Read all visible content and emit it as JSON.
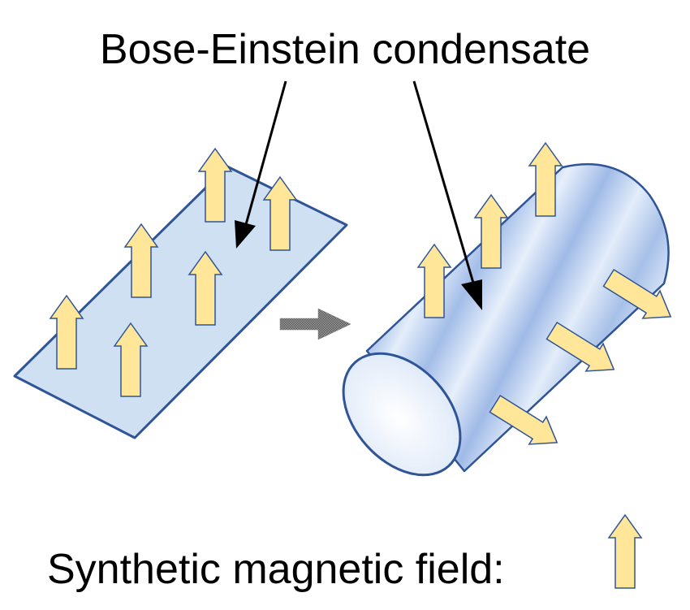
{
  "title": "Bose-Einstein condensate",
  "legend": {
    "label": "Synthetic magnetic field:",
    "icon": "up-arrow-icon"
  },
  "panels": [
    {
      "name": "flat-sheet",
      "description": "flat condensate with uniform field",
      "field_arrows": 6
    },
    {
      "name": "cylinder",
      "description": "rolled cylinder with radial field",
      "field_arrows": 6
    }
  ],
  "transition_icon": "right-arrow-icon",
  "colors": {
    "sheet_fill": "#cfe0f3",
    "outline": "#2f5597",
    "field_arrow_fill": "#ffe699",
    "field_arrow_stroke": "#2f5597",
    "pointer": "#000000",
    "transition_arrow": "#8c8c8c"
  }
}
